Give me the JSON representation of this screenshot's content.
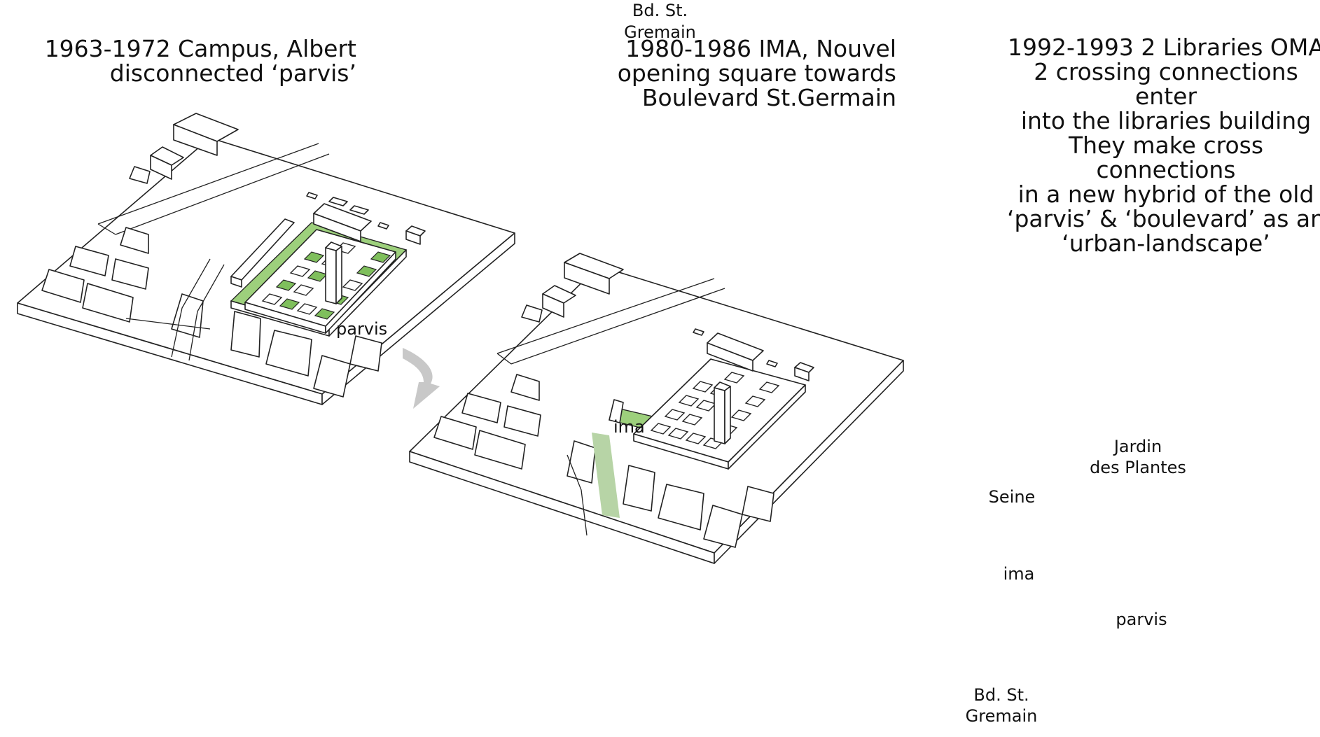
{
  "panels": [
    {
      "caption": "1963-1972 Campus, Albert\ndisconnected ‘parvis’",
      "labels": {
        "parvis": "parvis"
      }
    },
    {
      "caption": "1980-1986 IMA, Nouvel\nopening square towards\nBoulevard St.Germain",
      "labels": {
        "ima": "ima",
        "boulevard": "Bd. St.\nGremain"
      }
    },
    {
      "caption": "1992-1993 2 Libraries OMA\n2 crossing connections enter\ninto the libraries building\nThey make cross connections\nin a new hybrid of the old\n‘parvis’ & ‘boulevard’ as an\n‘urban-landscape’",
      "labels": {
        "jardin": "Jardin\ndes Plantes",
        "seine": "Seine",
        "ima": "ima",
        "parvis": "parvis",
        "boulevard": "Bd. St.\nGremain"
      }
    }
  ],
  "colors": {
    "green": "#9dd07c",
    "arrow": "#c8c8c8",
    "line": "#222222"
  }
}
